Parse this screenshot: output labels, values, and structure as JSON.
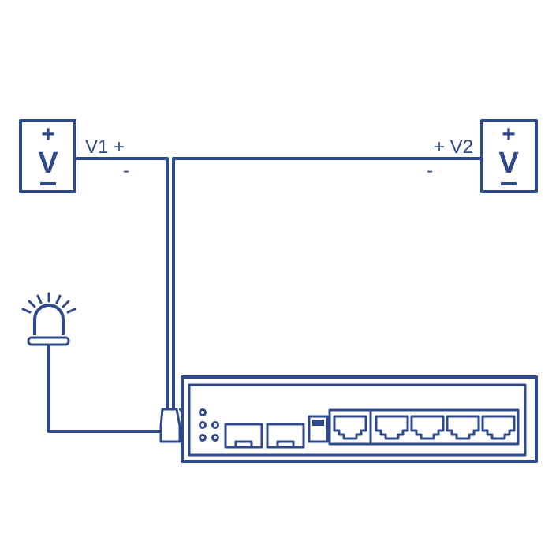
{
  "color": "#2f4a8c",
  "sources": [
    {
      "id": "v1",
      "symbol": "V",
      "plus": "+",
      "minus": "-",
      "label": "V1 +",
      "wire_minus": "-"
    },
    {
      "id": "v2",
      "symbol": "V",
      "plus": "+",
      "minus": "-",
      "label": "+ V2",
      "wire_minus": "-"
    }
  ],
  "device": {
    "led_count": 5,
    "sfp_ports": 2,
    "rj45_ports": 5
  }
}
